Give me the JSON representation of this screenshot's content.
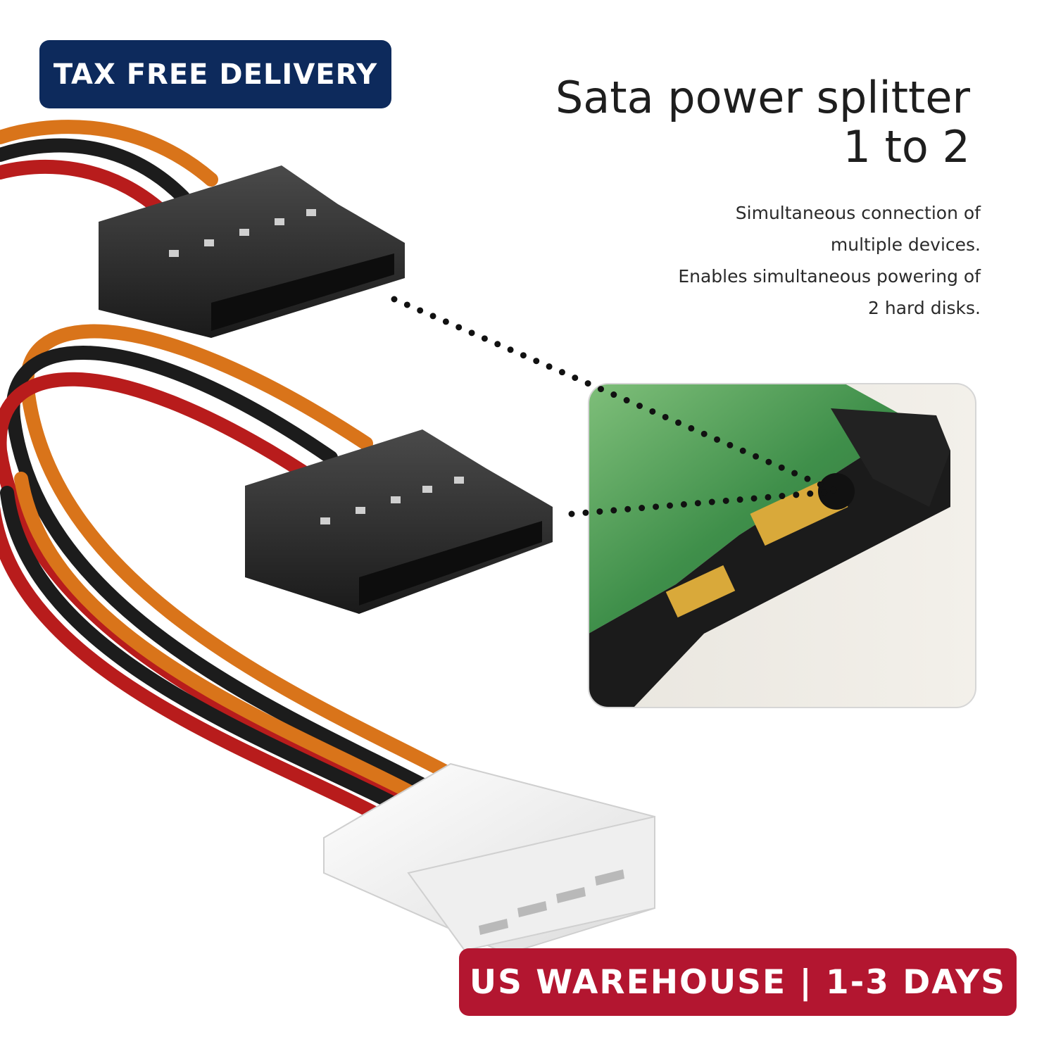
{
  "badges": {
    "top": "TAX FREE DELIVERY",
    "bottom": "US WAREHOUSE | 1-3 DAYS"
  },
  "title": {
    "line1": "Sata power splitter",
    "line2": "1 to 2"
  },
  "description": {
    "line1": "Simultaneous connection of",
    "line2": "multiple devices.",
    "line3": "Enables simultaneous powering of",
    "line4": "2 hard disks."
  },
  "colors": {
    "badge_top": "#0d2a5c",
    "badge_bottom": "#b31630",
    "wire_orange": "#d9741a",
    "wire_black": "#1c1c1c",
    "wire_red": "#b81c1c",
    "pcb_green": "#3f8f4a"
  }
}
